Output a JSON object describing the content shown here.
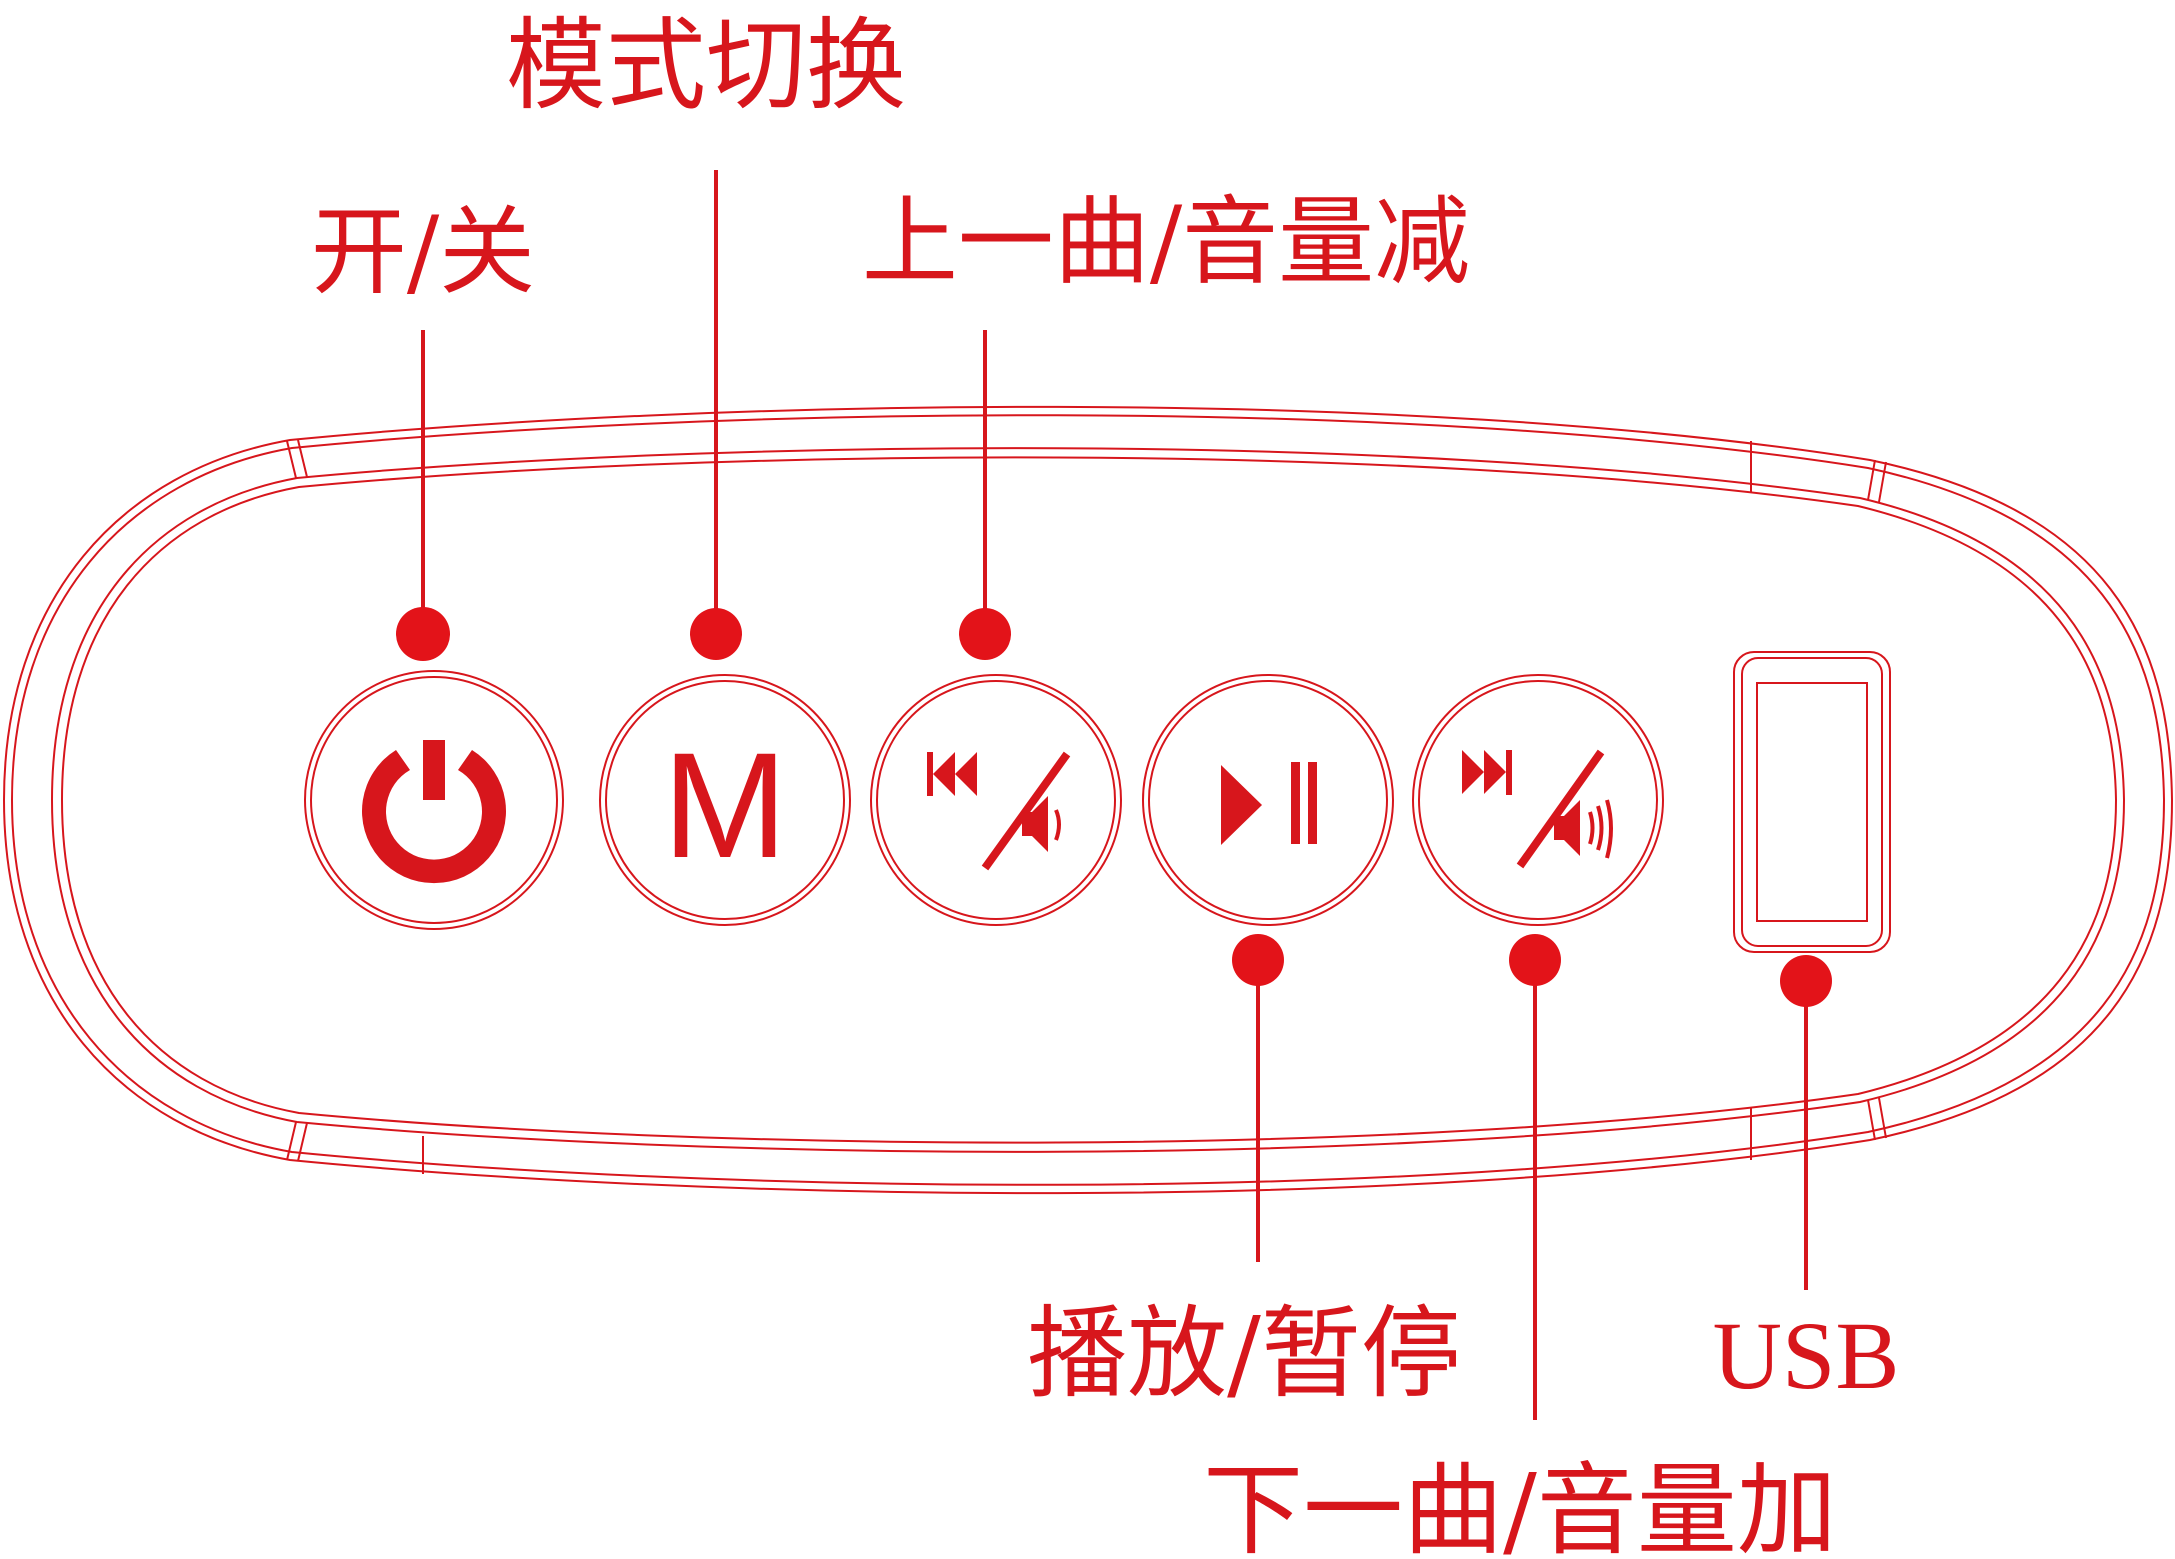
{
  "diagram": {
    "title": "Speaker control panel button layout",
    "accent_color": "#d7161c",
    "dot_color": "#e31319",
    "labels": {
      "mode_switch": "模式切换",
      "power": "开/关",
      "prev_vol_down": "上一曲/音量减",
      "play_pause": "播放/暂停",
      "usb": "USB",
      "next_vol_up": "下一曲/音量加"
    },
    "buttons": [
      {
        "id": "power",
        "icon": "power-icon",
        "function": "开/关"
      },
      {
        "id": "mode",
        "icon": "mode-letter-icon",
        "glyph": "M",
        "function": "模式切换"
      },
      {
        "id": "prev",
        "icon": "previous-volume-down-icon",
        "function": "上一曲/音量减"
      },
      {
        "id": "play",
        "icon": "play-pause-icon",
        "function": "播放/暂停"
      },
      {
        "id": "next",
        "icon": "next-volume-up-icon",
        "function": "下一曲/音量加"
      }
    ],
    "port": {
      "id": "usb",
      "icon": "usb-port-icon",
      "function": "USB"
    },
    "mode_glyph": "M"
  }
}
